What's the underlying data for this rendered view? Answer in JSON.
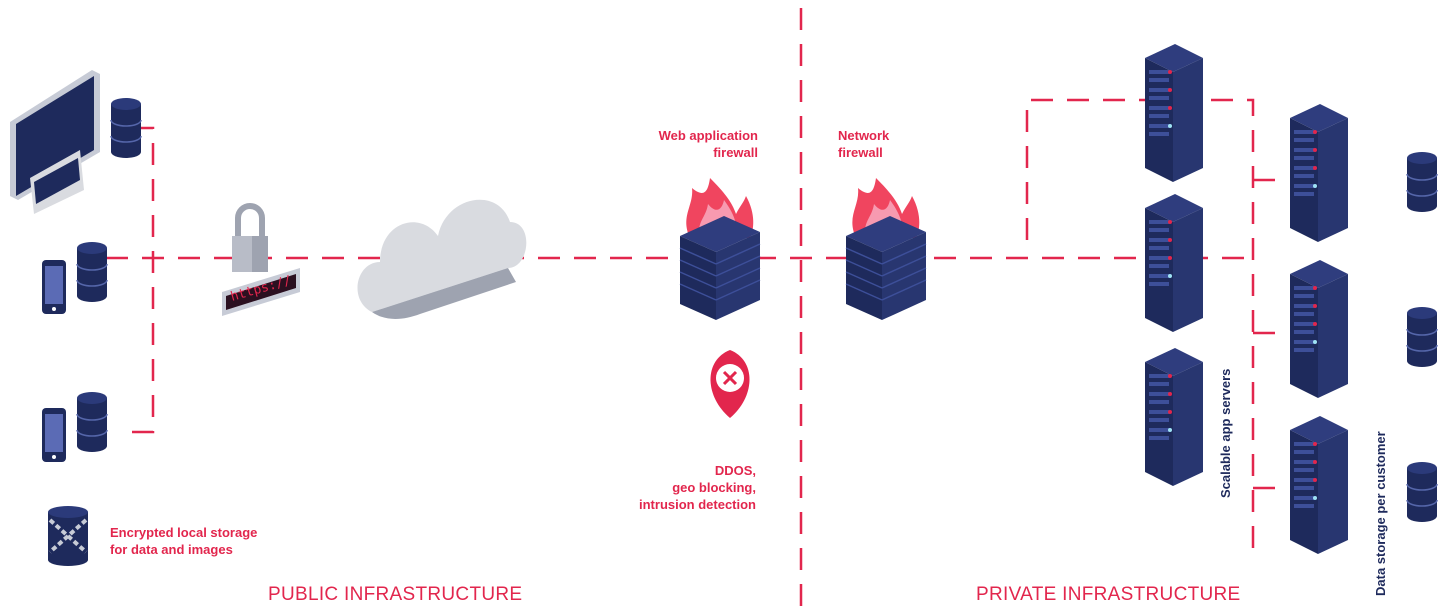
{
  "labels": {
    "web_application_firewall": [
      "Web application",
      "firewall"
    ],
    "network_firewall": [
      "Network",
      "firewall"
    ],
    "ddos": [
      "DDOS,",
      "geo blocking,",
      "intrusion detection"
    ],
    "encrypted_storage": [
      "Encrypted local storage",
      "for data and images"
    ],
    "scalable_app_servers": "Scalable app servers",
    "data_storage_per_customer": "Data storage per customer",
    "https": "https://"
  },
  "sections": {
    "public": "PUBLIC INFRASTRUCTURE",
    "private": "PRIVATE INFRASTRUCTURE"
  },
  "colors": {
    "accent": "#e2264d",
    "navy": "#1e2a5c",
    "cloud": "#d9dbe0"
  },
  "icons": [
    "monitor-icon",
    "database-icon",
    "phone-icon",
    "tablet-icon",
    "padlock-icon",
    "cloud-icon",
    "firewall-icon",
    "block-pin-icon",
    "server-rack-icon",
    "encrypted-storage-icon"
  ]
}
